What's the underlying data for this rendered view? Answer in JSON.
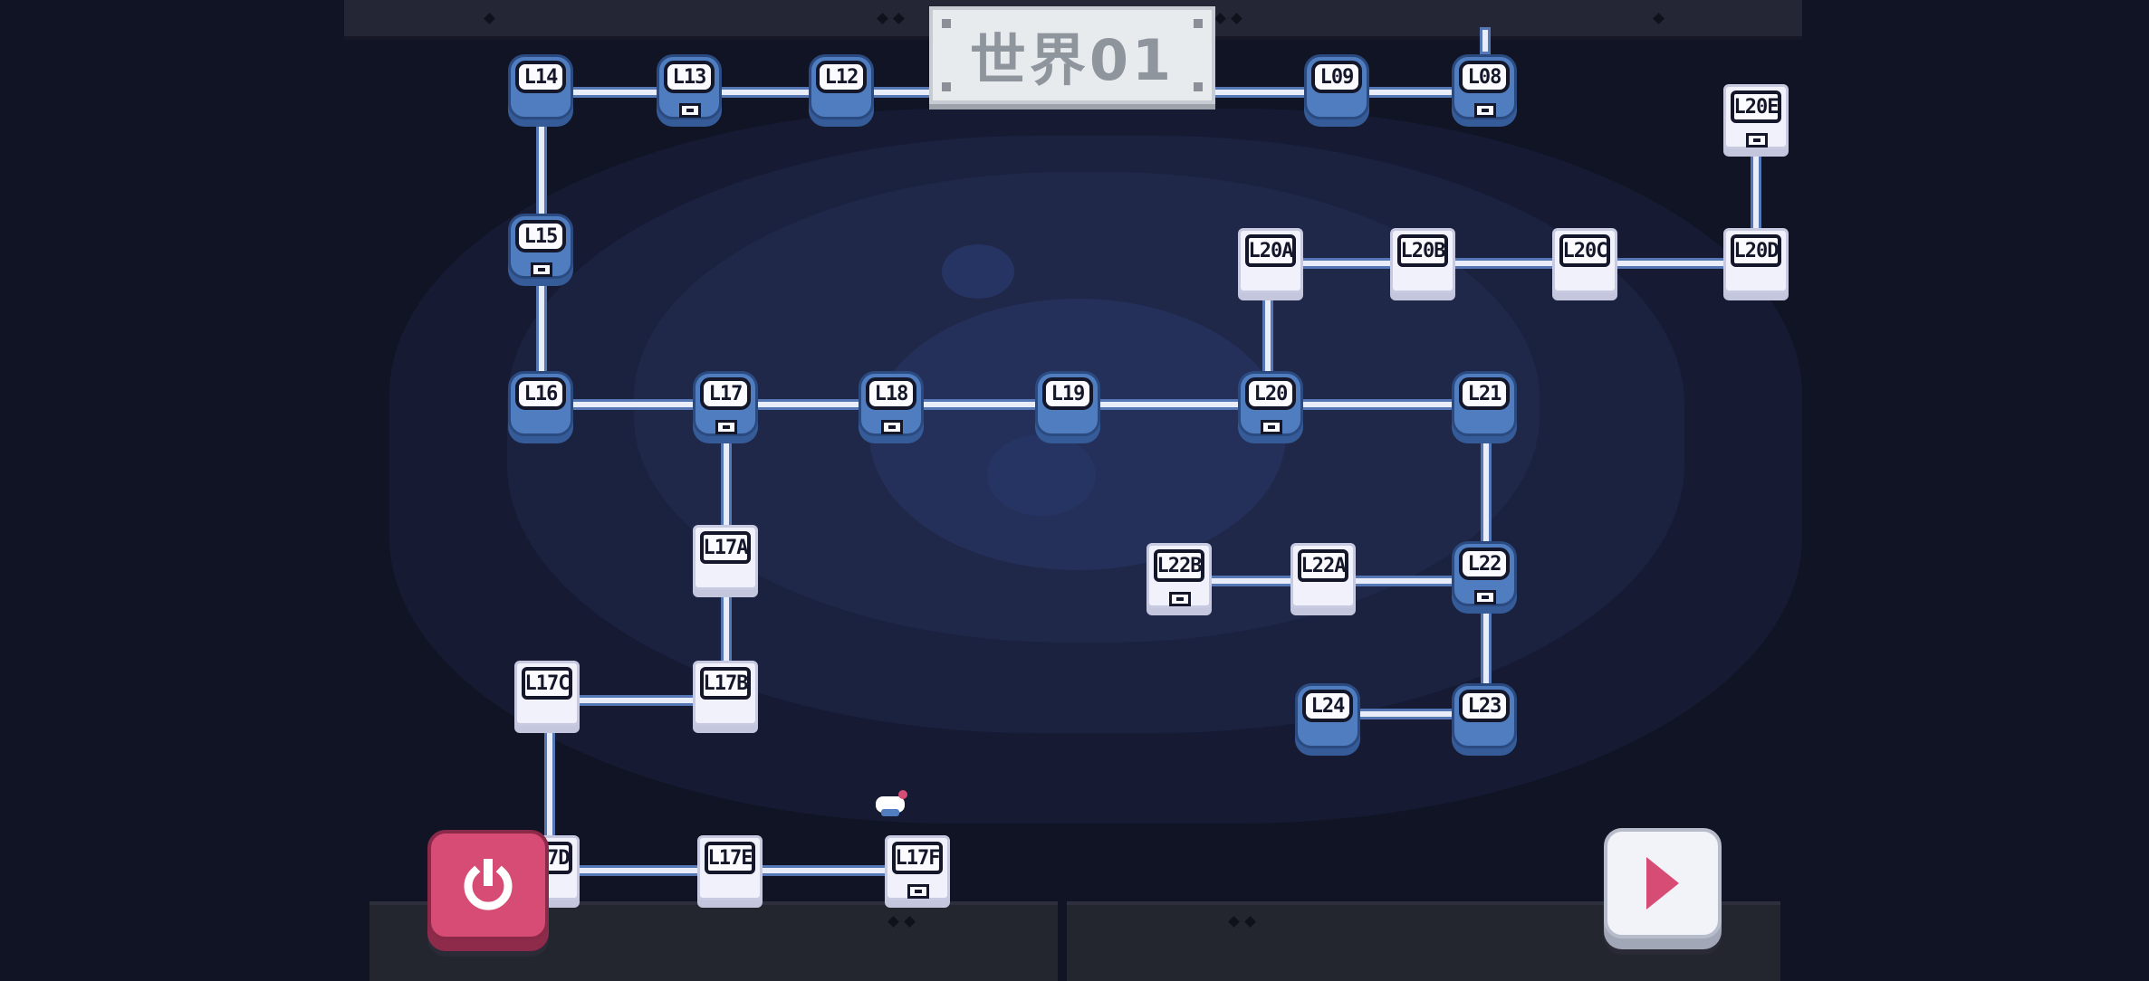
{
  "world_title": "世界01",
  "colors": {
    "background": "#101425",
    "map_area": "#1a2038",
    "blue_node": "#4f7dbf",
    "white_node": "#f0f1fb",
    "power_button": "#d64c74",
    "play_icon": "#d64c74"
  },
  "levels": {
    "l08": "L08",
    "l09": "L09",
    "l12": "L12",
    "l13": "L13",
    "l14": "L14",
    "l15": "L15",
    "l16": "L16",
    "l17": "L17",
    "l18": "L18",
    "l19": "L19",
    "l20": "L20",
    "l21": "L21",
    "l22": "L22",
    "l23": "L23",
    "l24": "L24",
    "l17a": "L17A",
    "l17b": "L17B",
    "l17c": "L17C",
    "l17d": "L17D",
    "l17e": "L17E",
    "l17f": "L17F",
    "l20a": "L20A",
    "l20b": "L20B",
    "l20c": "L20C",
    "l20d": "L20D",
    "l20e": "L20E",
    "l22a": "L22A",
    "l22b": "L22B"
  },
  "buttons": {
    "power_icon": "power-icon",
    "play_icon": "play-icon"
  }
}
